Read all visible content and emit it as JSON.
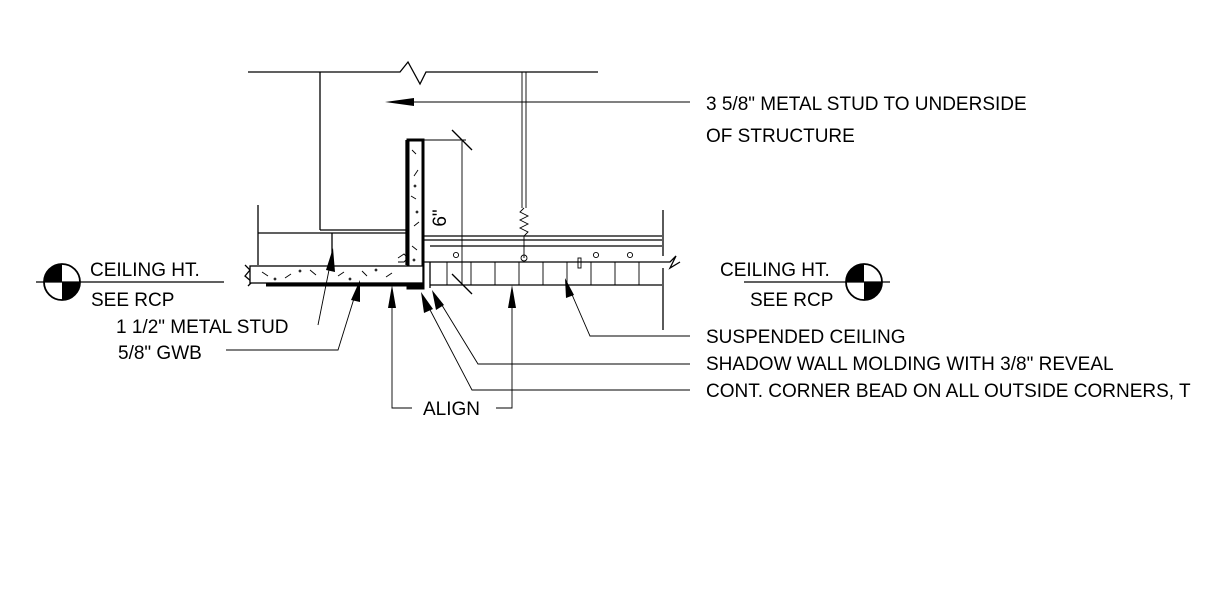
{
  "labels": {
    "stud_top_line1": "3 5/8\" METAL STUD TO UNDERSIDE",
    "stud_top_line2": "OF STRUCTURE",
    "dim_6": "6\"",
    "ceiling_left_1": "CEILING HT.",
    "ceiling_left_2": "SEE RCP",
    "ceiling_right_1": "CEILING HT.",
    "ceiling_right_2": "SEE RCP",
    "metal_stud_small": "1 1/2\" METAL STUD",
    "gwb": "5/8\" GWB",
    "align": "ALIGN",
    "suspended": "SUSPENDED CEILING",
    "shadow": "SHADOW WALL MOLDING WITH 3/8\" REVEAL",
    "corner_bead": "CONT. CORNER BEAD ON ALL OUTSIDE CORNERS, T"
  },
  "colors": {
    "ink": "#000000",
    "paper": "#ffffff"
  }
}
